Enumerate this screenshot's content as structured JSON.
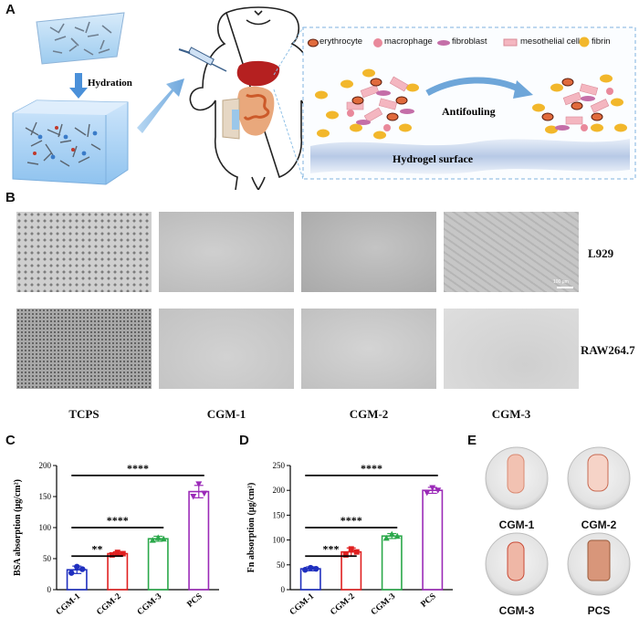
{
  "panels": {
    "a": "A",
    "b": "B",
    "c": "C",
    "d": "D",
    "e": "E"
  },
  "panelA": {
    "hydration": "Hydration",
    "antifouling": "Antifouling",
    "surface": "Hydrogel surface",
    "legend": [
      "erythrocyte",
      "macrophage",
      "fibroblast",
      "mesothelial cell",
      "fibrin"
    ],
    "colors": {
      "erythrocyte": "#e06a3c",
      "macrophage": "#e9899b",
      "fibroblast": "#c46ea8",
      "mesothelial": "#f4b6c0",
      "fibrin": "#f2b72b"
    }
  },
  "panelB": {
    "columns": [
      "TCPS",
      "CGM-1",
      "CGM-2",
      "CGM-3"
    ],
    "rows": [
      "L929",
      "RAW264.7"
    ],
    "scalebar": "100 μm"
  },
  "chart_data": [
    {
      "type": "bar",
      "panel": "C",
      "categories": [
        "CGM-1",
        "CGM-2",
        "CGM-3",
        "PCS"
      ],
      "values": [
        32,
        58,
        82,
        158
      ],
      "errors": [
        6,
        3,
        4,
        10
      ],
      "points": [
        [
          27,
          37,
          33
        ],
        [
          56,
          60,
          58
        ],
        [
          80,
          84,
          82
        ],
        [
          150,
          170,
          155
        ]
      ],
      "colors": [
        "#1f2fbf",
        "#e02020",
        "#2aa84a",
        "#9b2ab8"
      ],
      "ylabel": "BSA absorption (μg/cm²)",
      "ylim": [
        0,
        200
      ],
      "yticks": [
        0,
        50,
        100,
        150,
        200
      ],
      "significance": [
        {
          "from": 0,
          "to": 1,
          "label": "**"
        },
        {
          "from": 0,
          "to": 2,
          "label": "****"
        },
        {
          "from": 0,
          "to": 3,
          "label": "****"
        }
      ]
    },
    {
      "type": "bar",
      "panel": "D",
      "categories": [
        "CGM-1",
        "CGM-2",
        "CGM-3",
        "PCS"
      ],
      "values": [
        42,
        76,
        108,
        200
      ],
      "errors": [
        4,
        8,
        5,
        6
      ],
      "points": [
        [
          40,
          44,
          42
        ],
        [
          70,
          82,
          76
        ],
        [
          104,
          112,
          108
        ],
        [
          195,
          205,
          200
        ]
      ],
      "colors": [
        "#1f2fbf",
        "#e02020",
        "#2aa84a",
        "#9b2ab8"
      ],
      "ylabel": "Fn absorption (μg/cm²)",
      "ylim": [
        0,
        250
      ],
      "yticks": [
        0,
        50,
        100,
        150,
        200,
        250
      ],
      "significance": [
        {
          "from": 0,
          "to": 1,
          "label": "***"
        },
        {
          "from": 0,
          "to": 2,
          "label": "****"
        },
        {
          "from": 0,
          "to": 3,
          "label": "****"
        }
      ]
    }
  ],
  "panelE": {
    "labels": [
      "CGM-1",
      "CGM-2",
      "CGM-3",
      "PCS"
    ]
  }
}
